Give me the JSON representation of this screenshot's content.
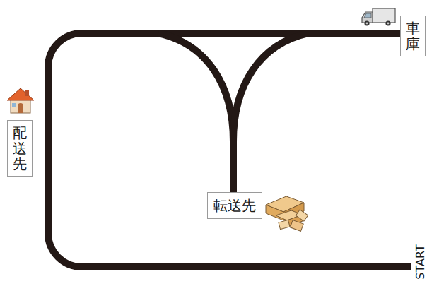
{
  "diagram": {
    "nodes": [
      {
        "text": [
          "車庫"
        ]
      },
      {
        "text": [
          "配送先"
        ]
      },
      {
        "text": [
          "転送先"
        ]
      }
    ],
    "labels": [
      "START"
    ]
  }
}
